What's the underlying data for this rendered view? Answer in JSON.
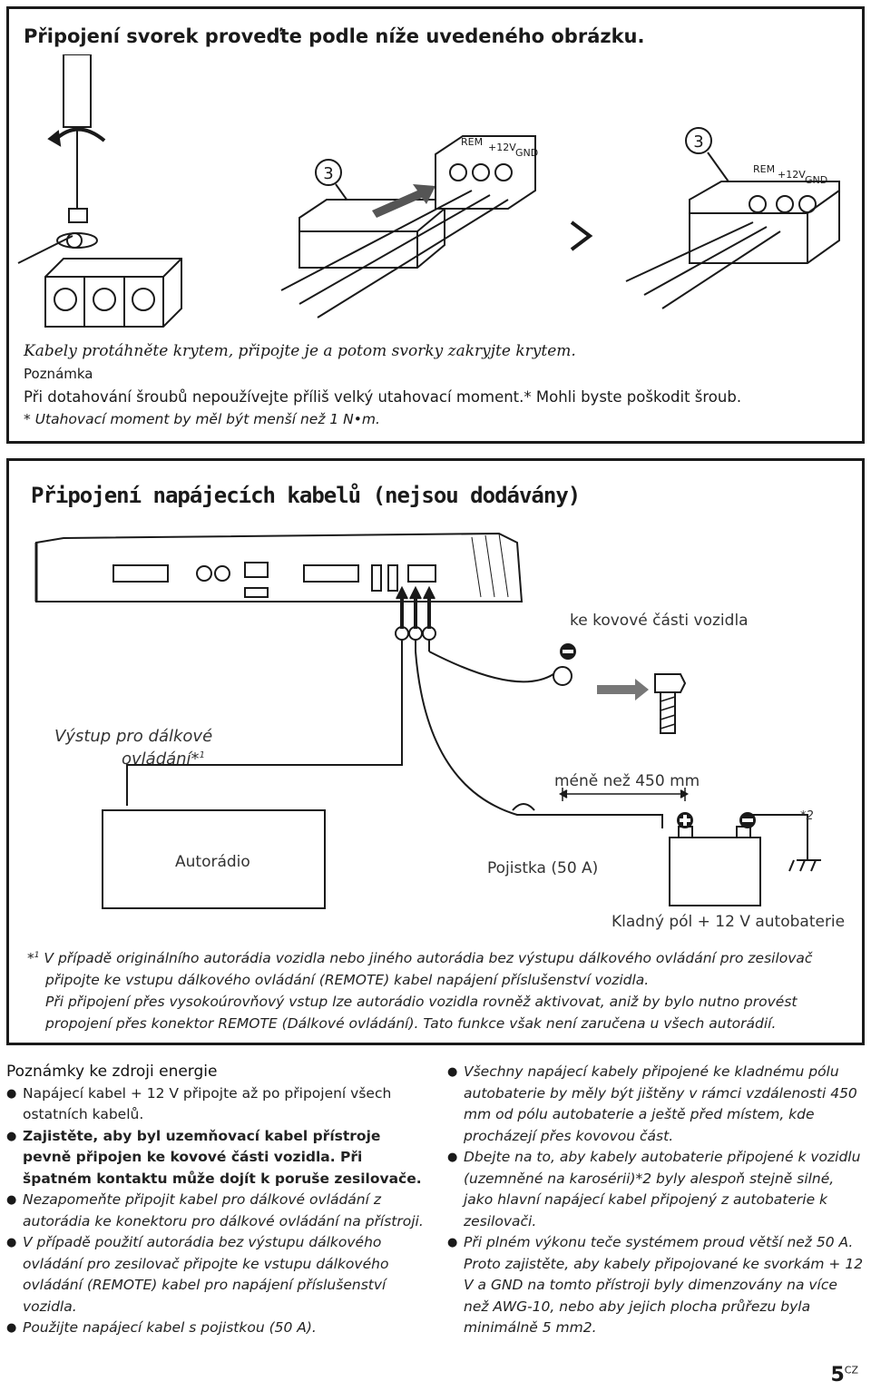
{
  "section1": {
    "title": "Připojení svorek proveďte podle níže uvedeného obrázku.",
    "caption": "Kabely protáhněte krytem, připojte je a potom svorky zakryjte krytem.",
    "note_label": "Poznámka",
    "note_text": "Při dotahování šroubů nepoužívejte příliš velký utahovací moment.* Mohli byste poškodit šroub.",
    "note_sub": "* Utahovací moment by měl být menší než 1 N•m.",
    "step_number": "3",
    "terminals": [
      "REM",
      "+12V",
      "GND"
    ]
  },
  "section2": {
    "title": "Připojení napájecích kabelů (nejsou dodávány)",
    "to_metal_label": "ke kovové části vozidla",
    "remote_output_label_1": "Výstup pro dálkové",
    "remote_output_label_2": "ovládání*",
    "remote_output_sup": "1",
    "distance_label": "méně než 450 mm",
    "car_radio_label": "Autorádio",
    "fuse_label": "Pojistka (50 A)",
    "battery_label": "Kladný pól + 12 V autobaterie",
    "marker_2": "*2",
    "footnote_marker": "*",
    "footnote_sup": "1",
    "footnote_lines": [
      "V případě originálního autorádia vozidla nebo jiného autorádia bez výstupu dálkového ovládání pro zesilovač",
      "připojte ke vstupu dálkového ovládání (REMOTE) kabel napájení příslušenství vozidla.",
      "Při připojení přes vysokoúrovňový vstup lze autorádio vozidla rovněž aktivovat, aniž by bylo nutno provést",
      "propojení přes konektor REMOTE (Dálkové ovládání). Tato funkce však není zaručena u všech autorádií."
    ]
  },
  "notes": {
    "title": "Poznámky ke zdroji energie",
    "left": [
      "Napájecí kabel + 12 V připojte až po připojení všech ostatních kabelů.",
      "Zajistěte, aby byl uzemňovací kabel přístroje pevně připojen ke kovové části vozidla. Při špatném kontaktu může dojít k poruše zesilovače.",
      "Nezapomeňte připojit kabel pro dálkové ovládání z autorádia ke konektoru pro dálkové ovládání na přístroji.",
      "V případě použití autorádia bez výstupu dálkového ovládání pro zesilovač připojte ke vstupu dálkového ovládání (REMOTE) kabel pro napájení příslušenství vozidla.",
      "Použijte napájecí kabel s pojistkou (50 A)."
    ],
    "right": [
      "Všechny napájecí kabely připojené ke kladnému pólu autobaterie by měly být jištěny v rámci vzdálenosti 450 mm od pólu autobaterie a ještě před místem, kde procházejí přes kovovou část.",
      "Dbejte na to, aby kabely autobaterie připojené k vozidlu (uzemněné na karosérii)*2 byly alespoň stejně silné, jako hlavní napájecí kabel připojený z autobaterie k zesilovači.",
      "Při plném výkonu teče systémem proud větší než 50 A. Proto zajistěte, aby kabely připojované ke svorkám + 12 V a GND na tomto přístroji byly dimenzovány na více než AWG-10, nebo aby jejich plocha průřezu byla minimálně 5 mm2."
    ]
  },
  "page": {
    "number": "5",
    "lang": "CZ"
  }
}
